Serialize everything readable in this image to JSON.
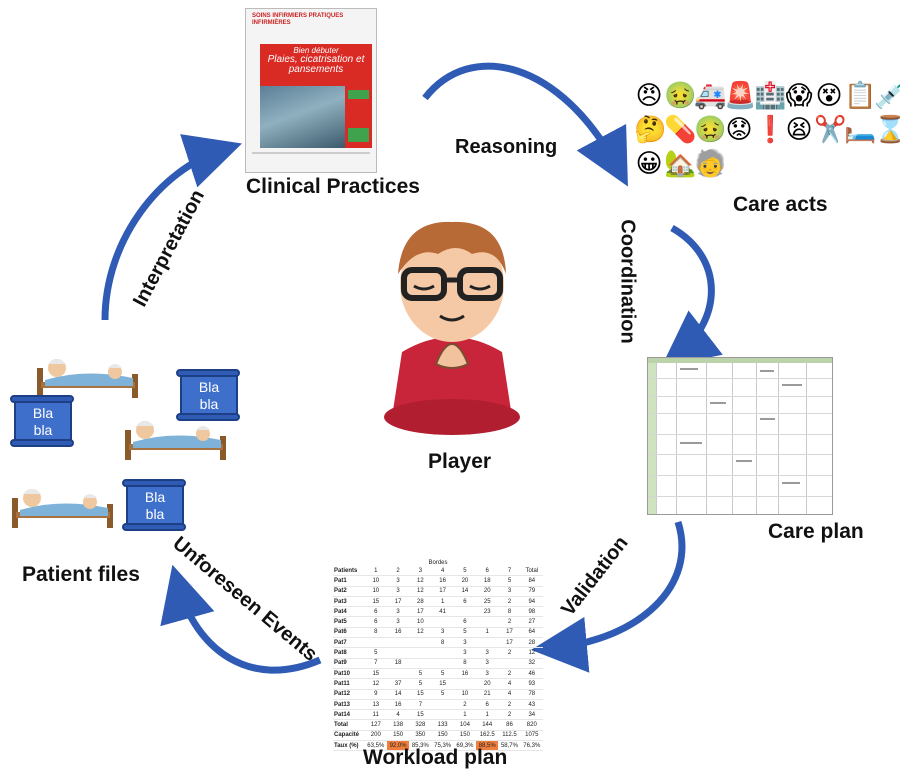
{
  "nodes": {
    "clinical_practices": "Clinical Practices",
    "care_acts": "Care acts",
    "care_plan": "Care plan",
    "workload_plan": "Workload plan",
    "patient_files": "Patient files",
    "player": "Player"
  },
  "edges": {
    "reasoning": "Reasoning",
    "coordination": "Coordination",
    "validation": "Validation",
    "unforeseen_events": "Unforeseen Events",
    "interpretation": "Interpretation"
  },
  "book": {
    "header": "SOINS INFIRMIERS PRATIQUES INFIRMIÈRES",
    "band_top": "Bien débuter",
    "title": "Plaies, cicatrisation et pansements"
  },
  "blabla": [
    "Bla",
    "bla"
  ],
  "workload": {
    "caption": "Bordes",
    "header": [
      "Patients",
      "1",
      "2",
      "3",
      "4",
      "5",
      "6",
      "7",
      "Total"
    ],
    "rows": [
      [
        "Pat1",
        "10",
        "3",
        "12",
        "16",
        "20",
        "18",
        "5",
        "84"
      ],
      [
        "Pat2",
        "10",
        "3",
        "12",
        "17",
        "14",
        "20",
        "3",
        "79"
      ],
      [
        "Pat3",
        "15",
        "17",
        "28",
        "1",
        "6",
        "25",
        "2",
        "94"
      ],
      [
        "Pat4",
        "6",
        "3",
        "17",
        "41",
        "",
        "23",
        "8",
        "98"
      ],
      [
        "Pat5",
        "6",
        "3",
        "10",
        "",
        "6",
        "",
        "2",
        "27"
      ],
      [
        "Pat6",
        "8",
        "16",
        "12",
        "3",
        "5",
        "1",
        "17",
        "64"
      ],
      [
        "Pat7",
        "",
        "",
        "",
        "8",
        "3",
        "",
        "17",
        "28"
      ],
      [
        "Pat8",
        "5",
        "",
        "",
        "",
        "3",
        "3",
        "2",
        "12"
      ],
      [
        "Pat9",
        "7",
        "18",
        "",
        "",
        "8",
        "3",
        "",
        "32"
      ],
      [
        "Pat10",
        "15",
        "",
        "5",
        "5",
        "16",
        "3",
        "2",
        "46"
      ],
      [
        "Pat11",
        "12",
        "37",
        "5",
        "15",
        "",
        "20",
        "4",
        "93"
      ],
      [
        "Pat12",
        "9",
        "14",
        "15",
        "5",
        "10",
        "21",
        "4",
        "78"
      ],
      [
        "Pat13",
        "13",
        "16",
        "7",
        "",
        "2",
        "6",
        "2",
        "43"
      ],
      [
        "Pat14",
        "11",
        "4",
        "15",
        "",
        "1",
        "1",
        "2",
        "34"
      ],
      [
        "Total",
        "127",
        "138",
        "328",
        "133",
        "104",
        "144",
        "86",
        "820"
      ],
      [
        "Capacité",
        "200",
        "150",
        "350",
        "150",
        "150",
        "162.5",
        "112.5",
        "1075"
      ],
      [
        "Taux (%)",
        "63,5%",
        "92,0%",
        "85,3%",
        "75,3%",
        "69,3%",
        "88,5%",
        "58,7%",
        "76,3%"
      ]
    ],
    "hot_cells": [
      [
        16,
        2
      ],
      [
        16,
        6
      ]
    ]
  },
  "colors": {
    "arrow_blue": "#2f5bb5",
    "scroll_blue": "#3e6fcb",
    "book_red": "#d92a24",
    "hot_cell": "#f07f3c"
  },
  "icons": [
    "player-avatar-icon",
    "patient-in-bed-icon",
    "care-acts-emoji-set",
    "book-cover-image"
  ]
}
